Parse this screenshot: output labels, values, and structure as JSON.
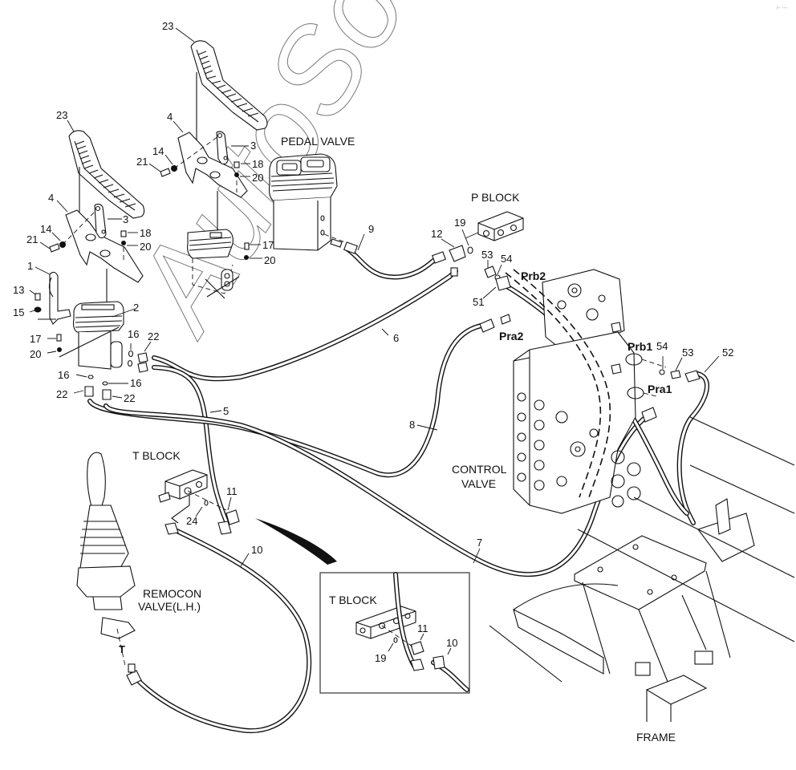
{
  "diagram": {
    "title": "Pedal valve and remote control valve (L.H.) pilot piping",
    "watermark": "AutoSoft",
    "corner_mark": "r- ---",
    "captions": {
      "pedal_valve": "PEDAL VALVE",
      "p_block": "P BLOCK",
      "t_block": "T BLOCK",
      "t_block_inset": "T BLOCK",
      "control_valve_line1": "CONTROL",
      "control_valve_line2": "VALVE",
      "remocon_line1": "REMOCON",
      "remocon_line2": "VALVE(L.H.)",
      "frame": "FRAME",
      "tank_port": "T"
    },
    "ports": {
      "prb2": "Prb2",
      "pra2": "Pra2",
      "prb1": "Prb1",
      "pra1": "Pra1"
    },
    "callouts": {
      "pedal_top_23": "23",
      "pedal_left_23": "23",
      "pedal_top_4": "4",
      "pedal_left_4": "4",
      "pedal_top_3": "3",
      "pedal_left_3": "3",
      "pedal_top_14": "14",
      "pedal_left_14": "14",
      "pedal_top_21": "21",
      "pedal_left_21": "21",
      "pedal_top_18": "18",
      "pedal_left_18": "18",
      "pedal_top_20": "20",
      "pedal_left_20": "20",
      "valve_mid_17": "17",
      "valve_mid_20": "20",
      "bracket_1": "1",
      "bolt_13": "13",
      "washer_15": "15",
      "valve_2": "2",
      "bolt_17": "17",
      "washer_20": "20",
      "oring_16a": "16",
      "oring_16b": "16",
      "oring_16c": "16",
      "fitting_22a": "22",
      "fitting_22b": "22",
      "fitting_22c": "22",
      "hose_5": "5",
      "hose_6": "6",
      "hose_7": "7",
      "hose_8": "8",
      "hose_9": "9",
      "hose_10": "10",
      "elbow_11": "11",
      "elbow_12": "12",
      "oring_19": "19",
      "oring_24": "24",
      "fitting_51": "51",
      "hose_52": "52",
      "fitting_53a": "53",
      "oring_54a": "54",
      "fitting_53b": "53",
      "oring_54b": "54",
      "inset_11": "11",
      "inset_10": "10",
      "inset_19": "19"
    }
  }
}
